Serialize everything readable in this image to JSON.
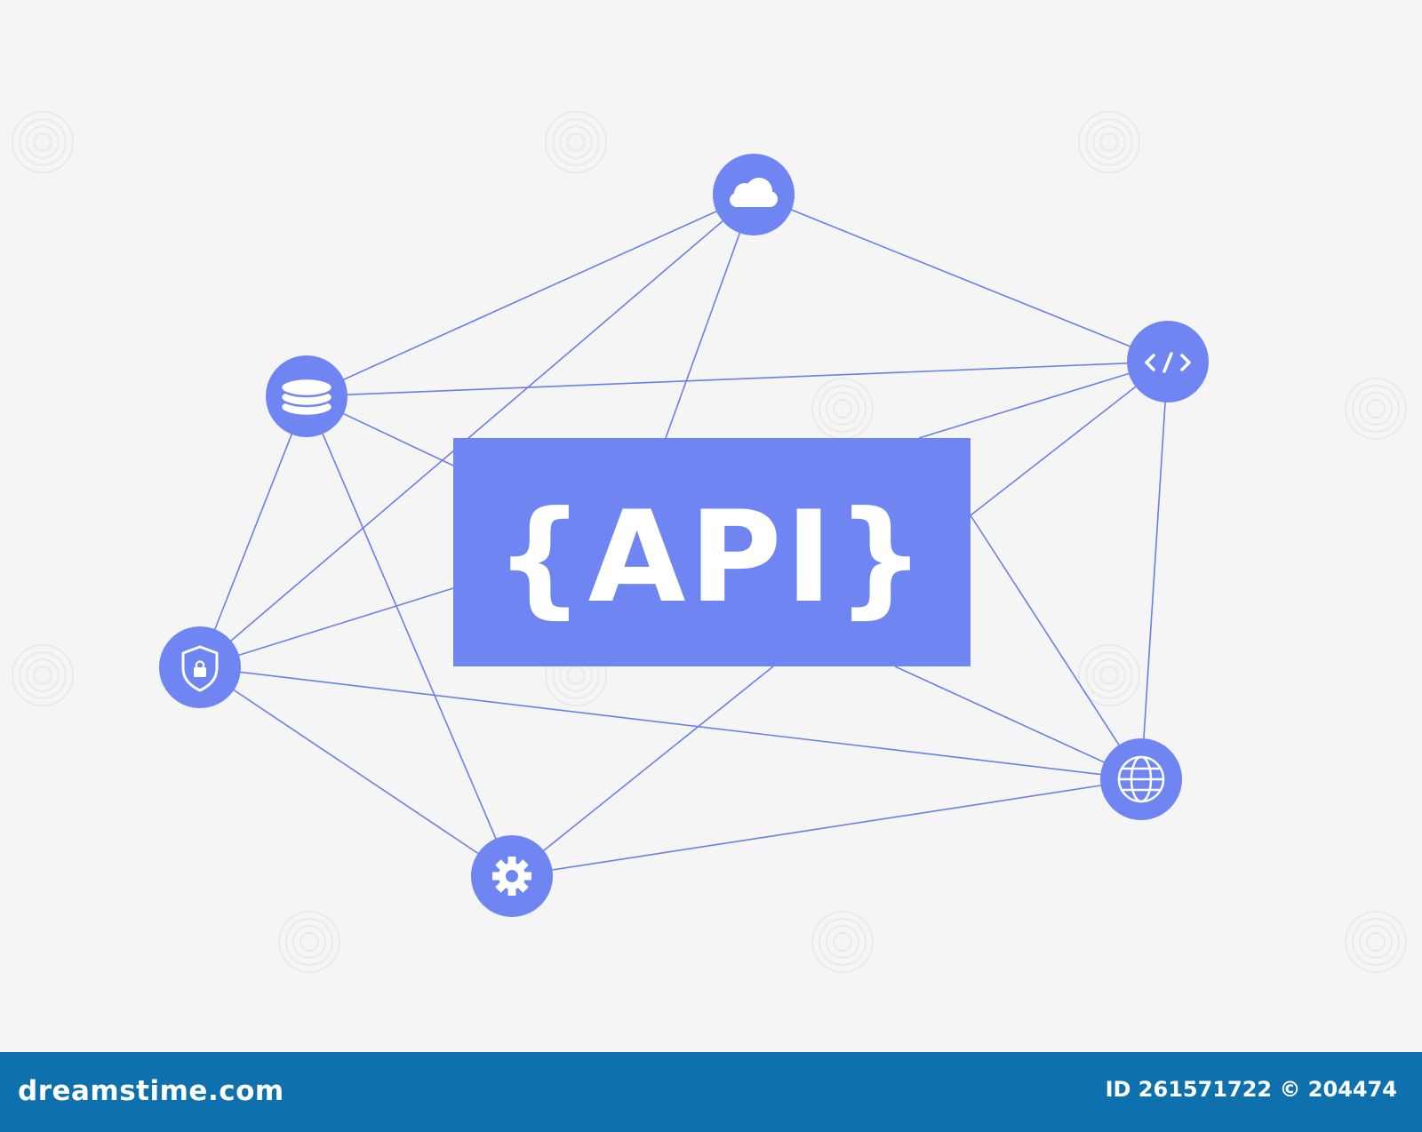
{
  "api_label": "{API}",
  "nodes": [
    {
      "id": "cloud",
      "icon": "cloud-icon"
    },
    {
      "id": "code",
      "icon": "code-icon"
    },
    {
      "id": "database",
      "icon": "database-icon"
    },
    {
      "id": "security",
      "icon": "shield-lock-icon"
    },
    {
      "id": "settings",
      "icon": "gear-icon"
    },
    {
      "id": "web",
      "icon": "globe-icon"
    }
  ],
  "connections": [
    [
      "cloud",
      "database"
    ],
    [
      "cloud",
      "security"
    ],
    [
      "cloud",
      "code"
    ],
    [
      "cloud",
      "api"
    ],
    [
      "database",
      "code"
    ],
    [
      "database",
      "security"
    ],
    [
      "database",
      "settings"
    ],
    [
      "database",
      "api"
    ],
    [
      "code",
      "web"
    ],
    [
      "code",
      "api"
    ],
    [
      "security",
      "web"
    ],
    [
      "security",
      "settings"
    ],
    [
      "security",
      "api"
    ],
    [
      "settings",
      "web"
    ],
    [
      "settings",
      "api"
    ],
    [
      "web",
      "api"
    ]
  ],
  "footer": {
    "brand": "dreamstime.com",
    "id_text": "ID 261571722 © 204474"
  },
  "colors": {
    "background": "#f5f5f5",
    "accent": "#6f86f2",
    "line": "#6a80e6",
    "footer": "#0e71ad",
    "icon_fg": "#ffffff"
  }
}
